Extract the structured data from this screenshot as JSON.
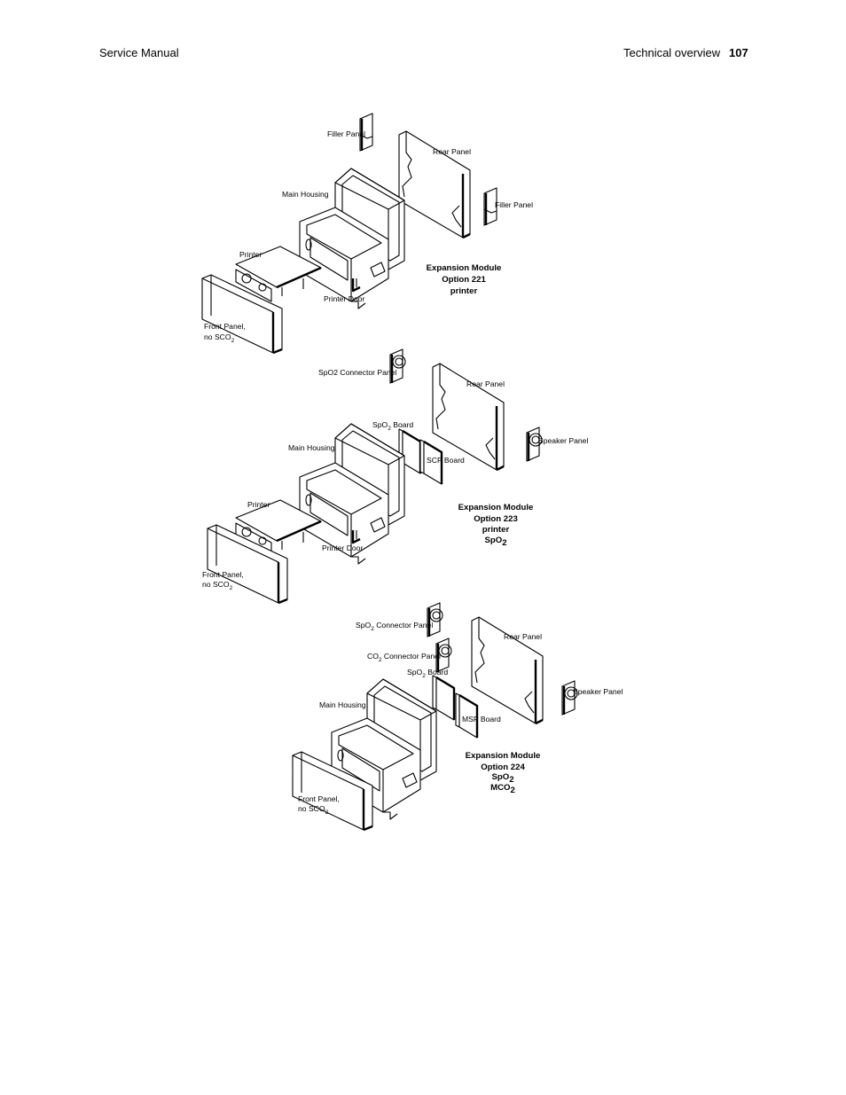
{
  "header": {
    "left": "Service Manual",
    "section": "Technical overview",
    "page_number": "107"
  },
  "module_221": {
    "labels": {
      "filler_panel_top": "Filler Panel",
      "rear_panel": "Rear Panel",
      "filler_panel_right": "Filler Panel",
      "main_housing": "Main Housing",
      "printer": "Printer",
      "printer_door": "Printer Door",
      "front_panel_l1": "Front Panel,",
      "front_panel_l2": "no SCO",
      "front_panel_sub": "2"
    },
    "caption": [
      "Expansion Module",
      "Option 221",
      "printer"
    ]
  },
  "module_223": {
    "labels": {
      "spo2_connector_panel": "SpO2 Connector Panel",
      "rear_panel": "Rear Panel",
      "spo2_board": "SpO",
      "spo2_board_sub": "2",
      "spo2_board_tail": " Board",
      "speaker_panel": "Speaker Panel",
      "main_housing": "Main Housing",
      "scp_board": "SCP Board",
      "printer": "Printer",
      "printer_door": "Printer Door",
      "front_panel_l1": "Front Panel,",
      "front_panel_l2": "no SCO",
      "front_panel_sub": "2"
    },
    "caption": [
      "Expansion Module",
      "Option 223",
      "printer",
      "SpO",
      "2"
    ]
  },
  "module_224": {
    "labels": {
      "spo2_connector_panel": "SpO",
      "spo2_connector_panel_sub": "2",
      "spo2_connector_panel_tail": " Connector Panel",
      "rear_panel": "Rear Panel",
      "co2_connector_panel": "CO",
      "co2_connector_panel_sub": "2",
      "co2_connector_panel_tail": " Connector Panel",
      "spo2_board": "SpO",
      "spo2_board_sub": "2",
      "spo2_board_tail": " Board",
      "speaker_panel": "Speaker Panel",
      "main_housing": "Main Housing",
      "msp_board": "MSP Board",
      "front_panel_l1": "Front Panel,",
      "front_panel_l2": "no SCO",
      "front_panel_sub": "2"
    },
    "caption": [
      "Expansion Module",
      "Option 224",
      "SpO",
      "2",
      "MCO",
      "2"
    ]
  }
}
